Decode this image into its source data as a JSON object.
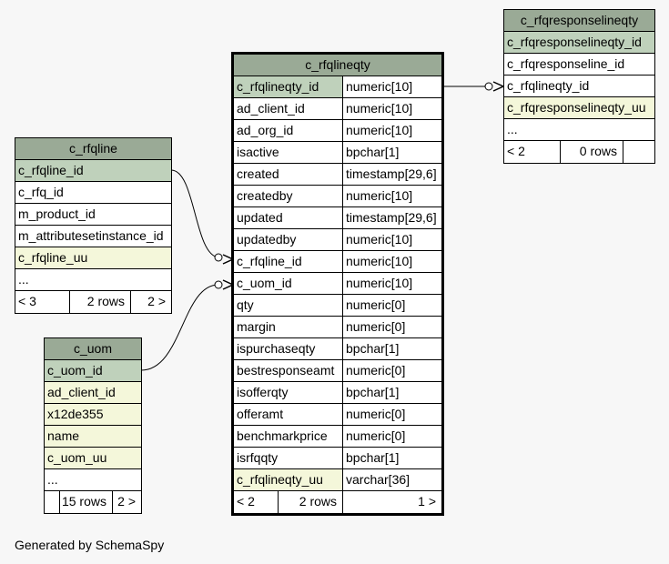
{
  "tables": {
    "rfqlineqty": {
      "name": "c_rfqlineqty",
      "columns": [
        {
          "name": "c_rfqlineqty_id",
          "type": "numeric[10]"
        },
        {
          "name": "ad_client_id",
          "type": "numeric[10]"
        },
        {
          "name": "ad_org_id",
          "type": "numeric[10]"
        },
        {
          "name": "isactive",
          "type": "bpchar[1]"
        },
        {
          "name": "created",
          "type": "timestamp[29,6]"
        },
        {
          "name": "createdby",
          "type": "numeric[10]"
        },
        {
          "name": "updated",
          "type": "timestamp[29,6]"
        },
        {
          "name": "updatedby",
          "type": "numeric[10]"
        },
        {
          "name": "c_rfqline_id",
          "type": "numeric[10]"
        },
        {
          "name": "c_uom_id",
          "type": "numeric[10]"
        },
        {
          "name": "qty",
          "type": "numeric[0]"
        },
        {
          "name": "margin",
          "type": "numeric[0]"
        },
        {
          "name": "ispurchaseqty",
          "type": "bpchar[1]"
        },
        {
          "name": "bestresponseamt",
          "type": "numeric[0]"
        },
        {
          "name": "isofferqty",
          "type": "bpchar[1]"
        },
        {
          "name": "offeramt",
          "type": "numeric[0]"
        },
        {
          "name": "benchmarkprice",
          "type": "numeric[0]"
        },
        {
          "name": "isrfqqty",
          "type": "bpchar[1]"
        },
        {
          "name": "c_rfqlineqty_uu",
          "type": "varchar[36]"
        }
      ],
      "footer": {
        "parents": "< 2",
        "rows": "2 rows",
        "children": "1 >"
      }
    },
    "rfqline": {
      "name": "c_rfqline",
      "columns": [
        "c_rfqline_id",
        "c_rfq_id",
        "m_product_id",
        "m_attributesetinstance_id",
        "c_rfqline_uu",
        "..."
      ],
      "footer": {
        "parents": "< 3",
        "rows": "2 rows",
        "children": "2 >"
      }
    },
    "uom": {
      "name": "c_uom",
      "columns": [
        "c_uom_id",
        "ad_client_id",
        "x12de355",
        "name",
        "c_uom_uu",
        "..."
      ],
      "footer": {
        "parents": "",
        "rows": "15 rows",
        "children": "2 >"
      }
    },
    "response": {
      "name": "c_rfqresponselineqty",
      "columns": [
        "c_rfqresponselineqty_id",
        "c_rfqresponseline_id",
        "c_rfqlineqty_id",
        "c_rfqresponselineqty_uu",
        "..."
      ],
      "footer": {
        "parents": "< 2",
        "rows": "0 rows",
        "children": ""
      }
    }
  },
  "generated_by": "Generated by SchemaSpy",
  "colors": {
    "header": "#9aaa96",
    "primary_key": "#bfd1bb",
    "indexed": "#f4f7da",
    "row": "#ffffff",
    "background": "#f7f7f7"
  }
}
